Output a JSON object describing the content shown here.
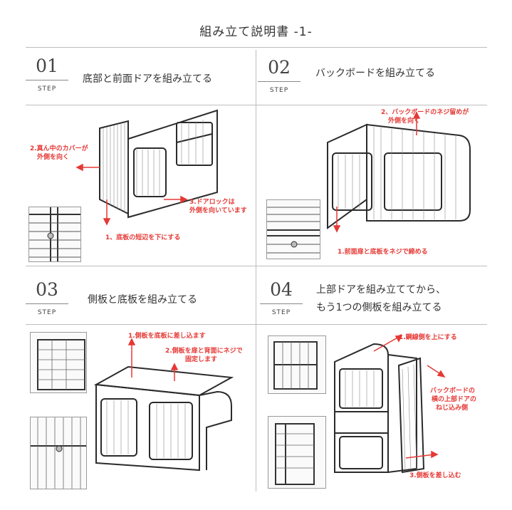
{
  "header": {
    "title": "組み立て説明書 -1-"
  },
  "steps": [
    {
      "number": "01",
      "label": "STEP",
      "title": "底部と前面ドアを組み立てる",
      "annotations": [
        "2.真ん中のカバーが",
        "外側を向く",
        "3.ドアロックは",
        "外側を向いています",
        "1、底板の短辺を下にする"
      ]
    },
    {
      "number": "02",
      "label": "STEP",
      "title": "バックボードを組み立てる",
      "annotations": [
        "2、バックボードのネジ留めが",
        "外側を向く",
        "1.前面扉と底板をネジで締める"
      ]
    },
    {
      "number": "03",
      "label": "STEP",
      "title": "側板と底板を組み立てる",
      "annotations": [
        "1.側板を底板に差し込ます",
        "2.側板を扉と背面にネジで",
        "固定します"
      ]
    },
    {
      "number": "04",
      "label": "STEP",
      "title_line1": "上部ドアを組み立ててから、",
      "title_line2": "もう1つの側板を組み立てる",
      "annotations": [
        "1.鋼線側を上にする",
        "バックボードの",
        "横の上部ドアの",
        "ねじ込み側",
        "3.側板を差し込む"
      ]
    }
  ],
  "colors": {
    "accent": "#e53935",
    "frame": "#2b2b2b",
    "mesh": "#8a8a8a"
  }
}
